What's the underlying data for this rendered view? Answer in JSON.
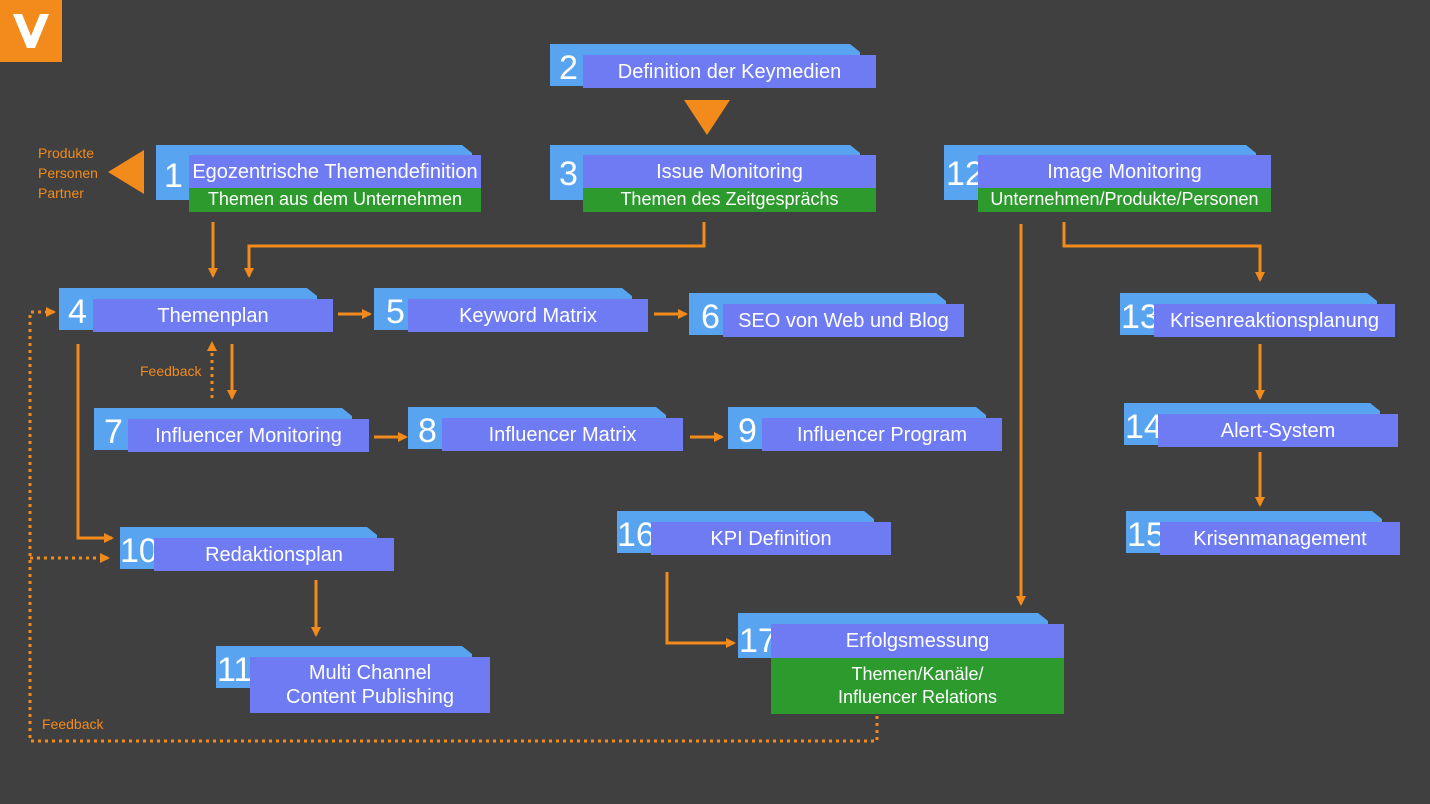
{
  "logo": {
    "letter": "V"
  },
  "colors": {
    "background": "#404040",
    "accent": "#f28a1c",
    "node_back": "#59a4f0",
    "node_front": "#6e7bf3",
    "sub_bar": "#2c9a2c",
    "text": "#ffffff"
  },
  "side_labels": {
    "targets": [
      "Produkte",
      "Personen",
      "Partner"
    ],
    "feedback_inner": "Feedback",
    "feedback_outer": "Feedback"
  },
  "nodes": [
    {
      "num": "1",
      "title": "Egozentrische Themendefinition",
      "sub": "Themen aus dem Unternehmen"
    },
    {
      "num": "2",
      "title": "Definition der Keymedien"
    },
    {
      "num": "3",
      "title": "Issue Monitoring",
      "sub": "Themen des Zeitgesprächs"
    },
    {
      "num": "4",
      "title": "Themenplan"
    },
    {
      "num": "5",
      "title": "Keyword Matrix"
    },
    {
      "num": "6",
      "title": "SEO von Web und Blog"
    },
    {
      "num": "7",
      "title": "Influencer Monitoring"
    },
    {
      "num": "8",
      "title": "Influencer Matrix"
    },
    {
      "num": "9",
      "title": "Influencer Program"
    },
    {
      "num": "10",
      "title": "Redaktionsplan"
    },
    {
      "num": "11",
      "title": "Multi Channel\nContent Publishing"
    },
    {
      "num": "12",
      "title": "Image Monitoring",
      "sub": "Unternehmen/Produkte/Personen"
    },
    {
      "num": "13",
      "title": "Krisenreaktionsplanung"
    },
    {
      "num": "14",
      "title": "Alert-System"
    },
    {
      "num": "15",
      "title": "Krisenmanagement"
    },
    {
      "num": "16",
      "title": "KPI Definition"
    },
    {
      "num": "17",
      "title": "Erfolgsmessung",
      "sub": "Themen/Kanäle/\nInfluencer Relations"
    }
  ]
}
